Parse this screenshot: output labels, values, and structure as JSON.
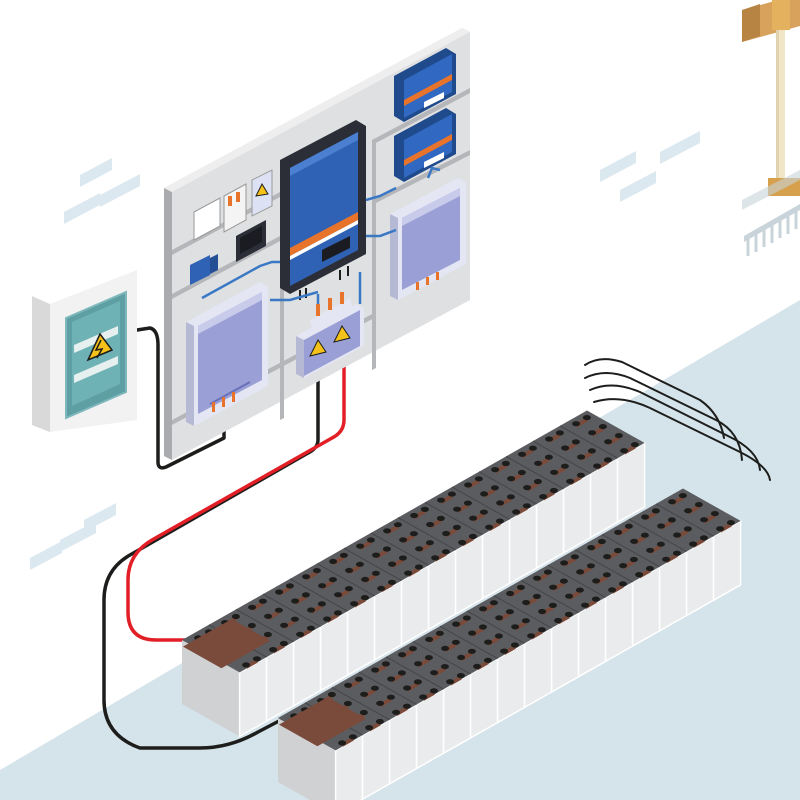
{
  "scene": {
    "kind": "isometric solar battery storage installation",
    "components": [
      {
        "id": "distribution-box",
        "icon": "lightning-warning-icon"
      },
      {
        "id": "wall-mounting-board"
      },
      {
        "id": "inverter-charger"
      },
      {
        "id": "mppt-charge-controller-top"
      },
      {
        "id": "mppt-charge-controller-bottom"
      },
      {
        "id": "battery-monitor"
      },
      {
        "id": "circuit-breakers"
      },
      {
        "id": "isolation-transformer-left"
      },
      {
        "id": "isolation-transformer-right"
      },
      {
        "id": "dc-fuse-box",
        "icon": "lightning-warning-icon"
      },
      {
        "id": "battery-bank-back-row"
      },
      {
        "id": "battery-bank-front-row"
      },
      {
        "id": "garden-rake"
      }
    ],
    "cables": [
      {
        "id": "dc-positive-cable",
        "color": "#e21f26"
      },
      {
        "id": "dc-negative-cable",
        "color": "#1d1d1b"
      },
      {
        "id": "ac-cable",
        "color": "#1d1d1b"
      },
      {
        "id": "interconnect-cable",
        "color": "#1d1d1b"
      },
      {
        "id": "internal-wiring",
        "color": "#3b78c4"
      }
    ],
    "colors": {
      "wall": "#ffffff",
      "floor": "#d5e3ea",
      "wall-brick": "#dce8ef",
      "board": "#dfe0e2",
      "board-shadow": "#a9abae",
      "inverter-blue": "#2f62b4",
      "inverter-dark": "#2b2e36",
      "controller-blue": "#3168c2",
      "accent-orange": "#e8732b",
      "transformer-purple": "#9aa0d6",
      "battery-body": "#eaebec",
      "battery-side": "#cfd1d3",
      "battery-top": "#5b5c60",
      "busbar-copper": "#7a4a3a",
      "warning-yellow": "#f5c21a",
      "cable-red": "#e21f26",
      "cable-black": "#1d1d1b"
    }
  }
}
